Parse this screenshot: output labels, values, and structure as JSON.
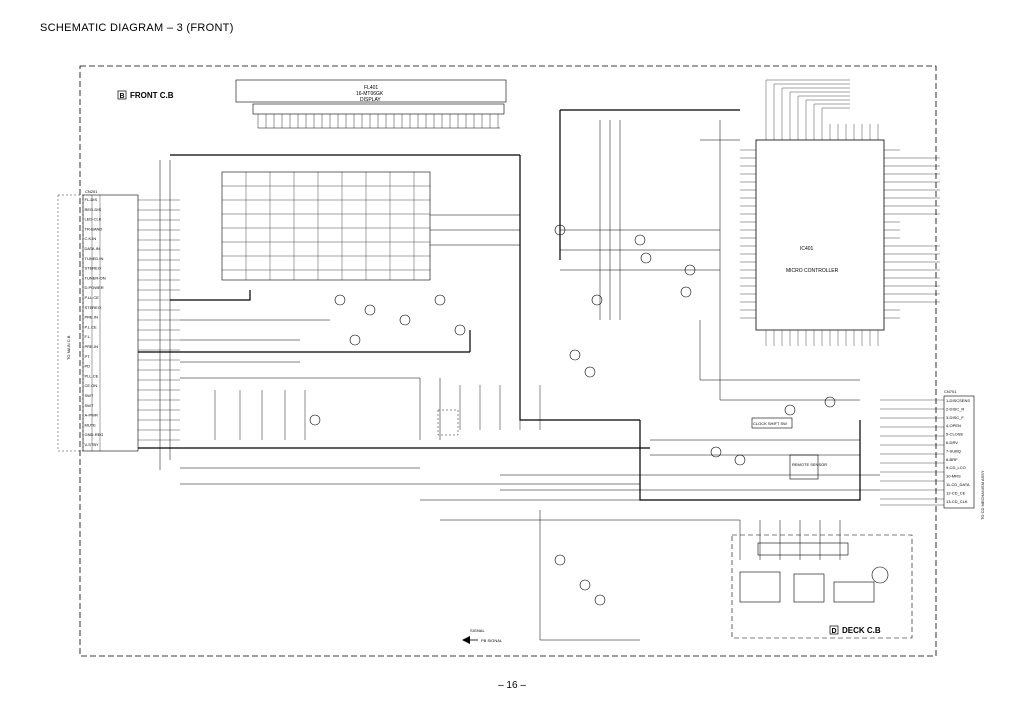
{
  "document": {
    "title": "SCHEMATIC  DIAGRAM – 3  (FRONT)",
    "page_number": "– 16 –"
  },
  "boards": {
    "front": {
      "badge": "B",
      "label": "FRONT C.B"
    },
    "deck": {
      "badge": "D",
      "label": "DECK C.B"
    }
  },
  "parts": {
    "display": {
      "ref": "FL401",
      "part": "16-MT06GK",
      "desc": "DISPLAY"
    },
    "microcontroller": {
      "ref": "IC401",
      "desc": "MICRO CONTROLLER"
    },
    "remote_sensor": {
      "desc": "REMOTE SENSOR"
    },
    "clock_shift": {
      "desc": "CLOCK SHIFT SW"
    }
  },
  "connectors": {
    "left": {
      "ref": "CN201",
      "side_label": "TO MAIN C.B",
      "pins": [
        "FL-DIS",
        "REG-DIS",
        "LED-CLK",
        "TR-BAND",
        "C.K.IN",
        "DATA.IN",
        "TUNED.IN",
        "STEREO",
        "TUNER-ON",
        "D.POWER",
        "P.LL.CE",
        "STEREO",
        "PRE.IN",
        "P.L.CE",
        "F.L.",
        "PRE-IN",
        "PT",
        "PD",
        "PLL.CE",
        "CE.ON",
        "SWT",
        "SWT",
        "A-PWR",
        "MUTE",
        "GND-REG",
        "V-STBY"
      ]
    },
    "right": {
      "ref": "CN701",
      "side_label": "TO CD MECHANISM ASSY",
      "pins": [
        "1-DISCSENS",
        "2-DISC_R",
        "3-DISC_F",
        "4-OPEN",
        "5-CLOSE",
        "6-DRV",
        "7-SUBQ",
        "8-BRF",
        "9-CD_LCO",
        "10-MRS",
        "11-CD_DATA",
        "12-CD_CE",
        "13-CD_CLK"
      ]
    }
  },
  "bottom_labels": {
    "signal": "SIGNAL",
    "signal_note": "PB SIGNAL"
  },
  "icons": {
    "signal_arrow": "left-arrow-icon"
  }
}
